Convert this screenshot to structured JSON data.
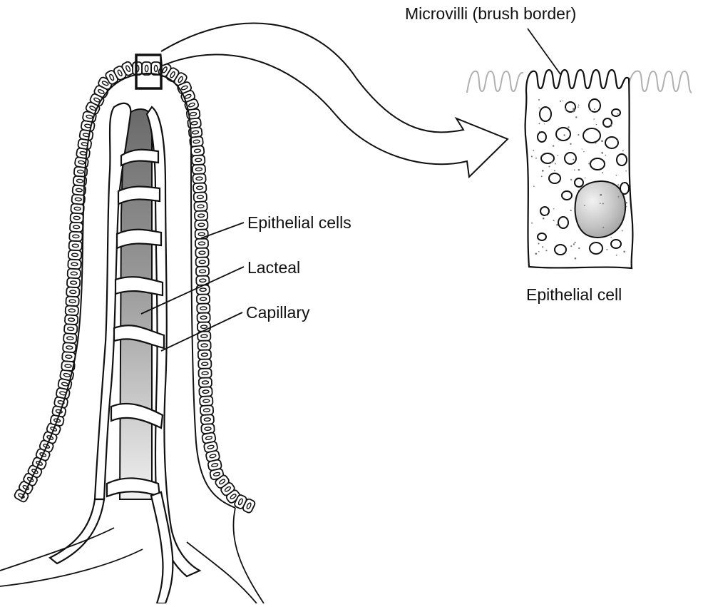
{
  "labels": {
    "microvilli": "Microvilli (brush border)",
    "epithelial_cells": "Epithelial cells",
    "lacteal": "Lacteal",
    "capillary": "Capillary",
    "epithelial_cell": "Epithelial cell"
  },
  "colors": {
    "line": "#111111",
    "lacteal_fill_top": "#6f6f6f",
    "lacteal_fill_bottom": "#ececec",
    "nucleus_fill": "#c8c8c8",
    "ghost_microvilli": "#b5b5b5"
  }
}
